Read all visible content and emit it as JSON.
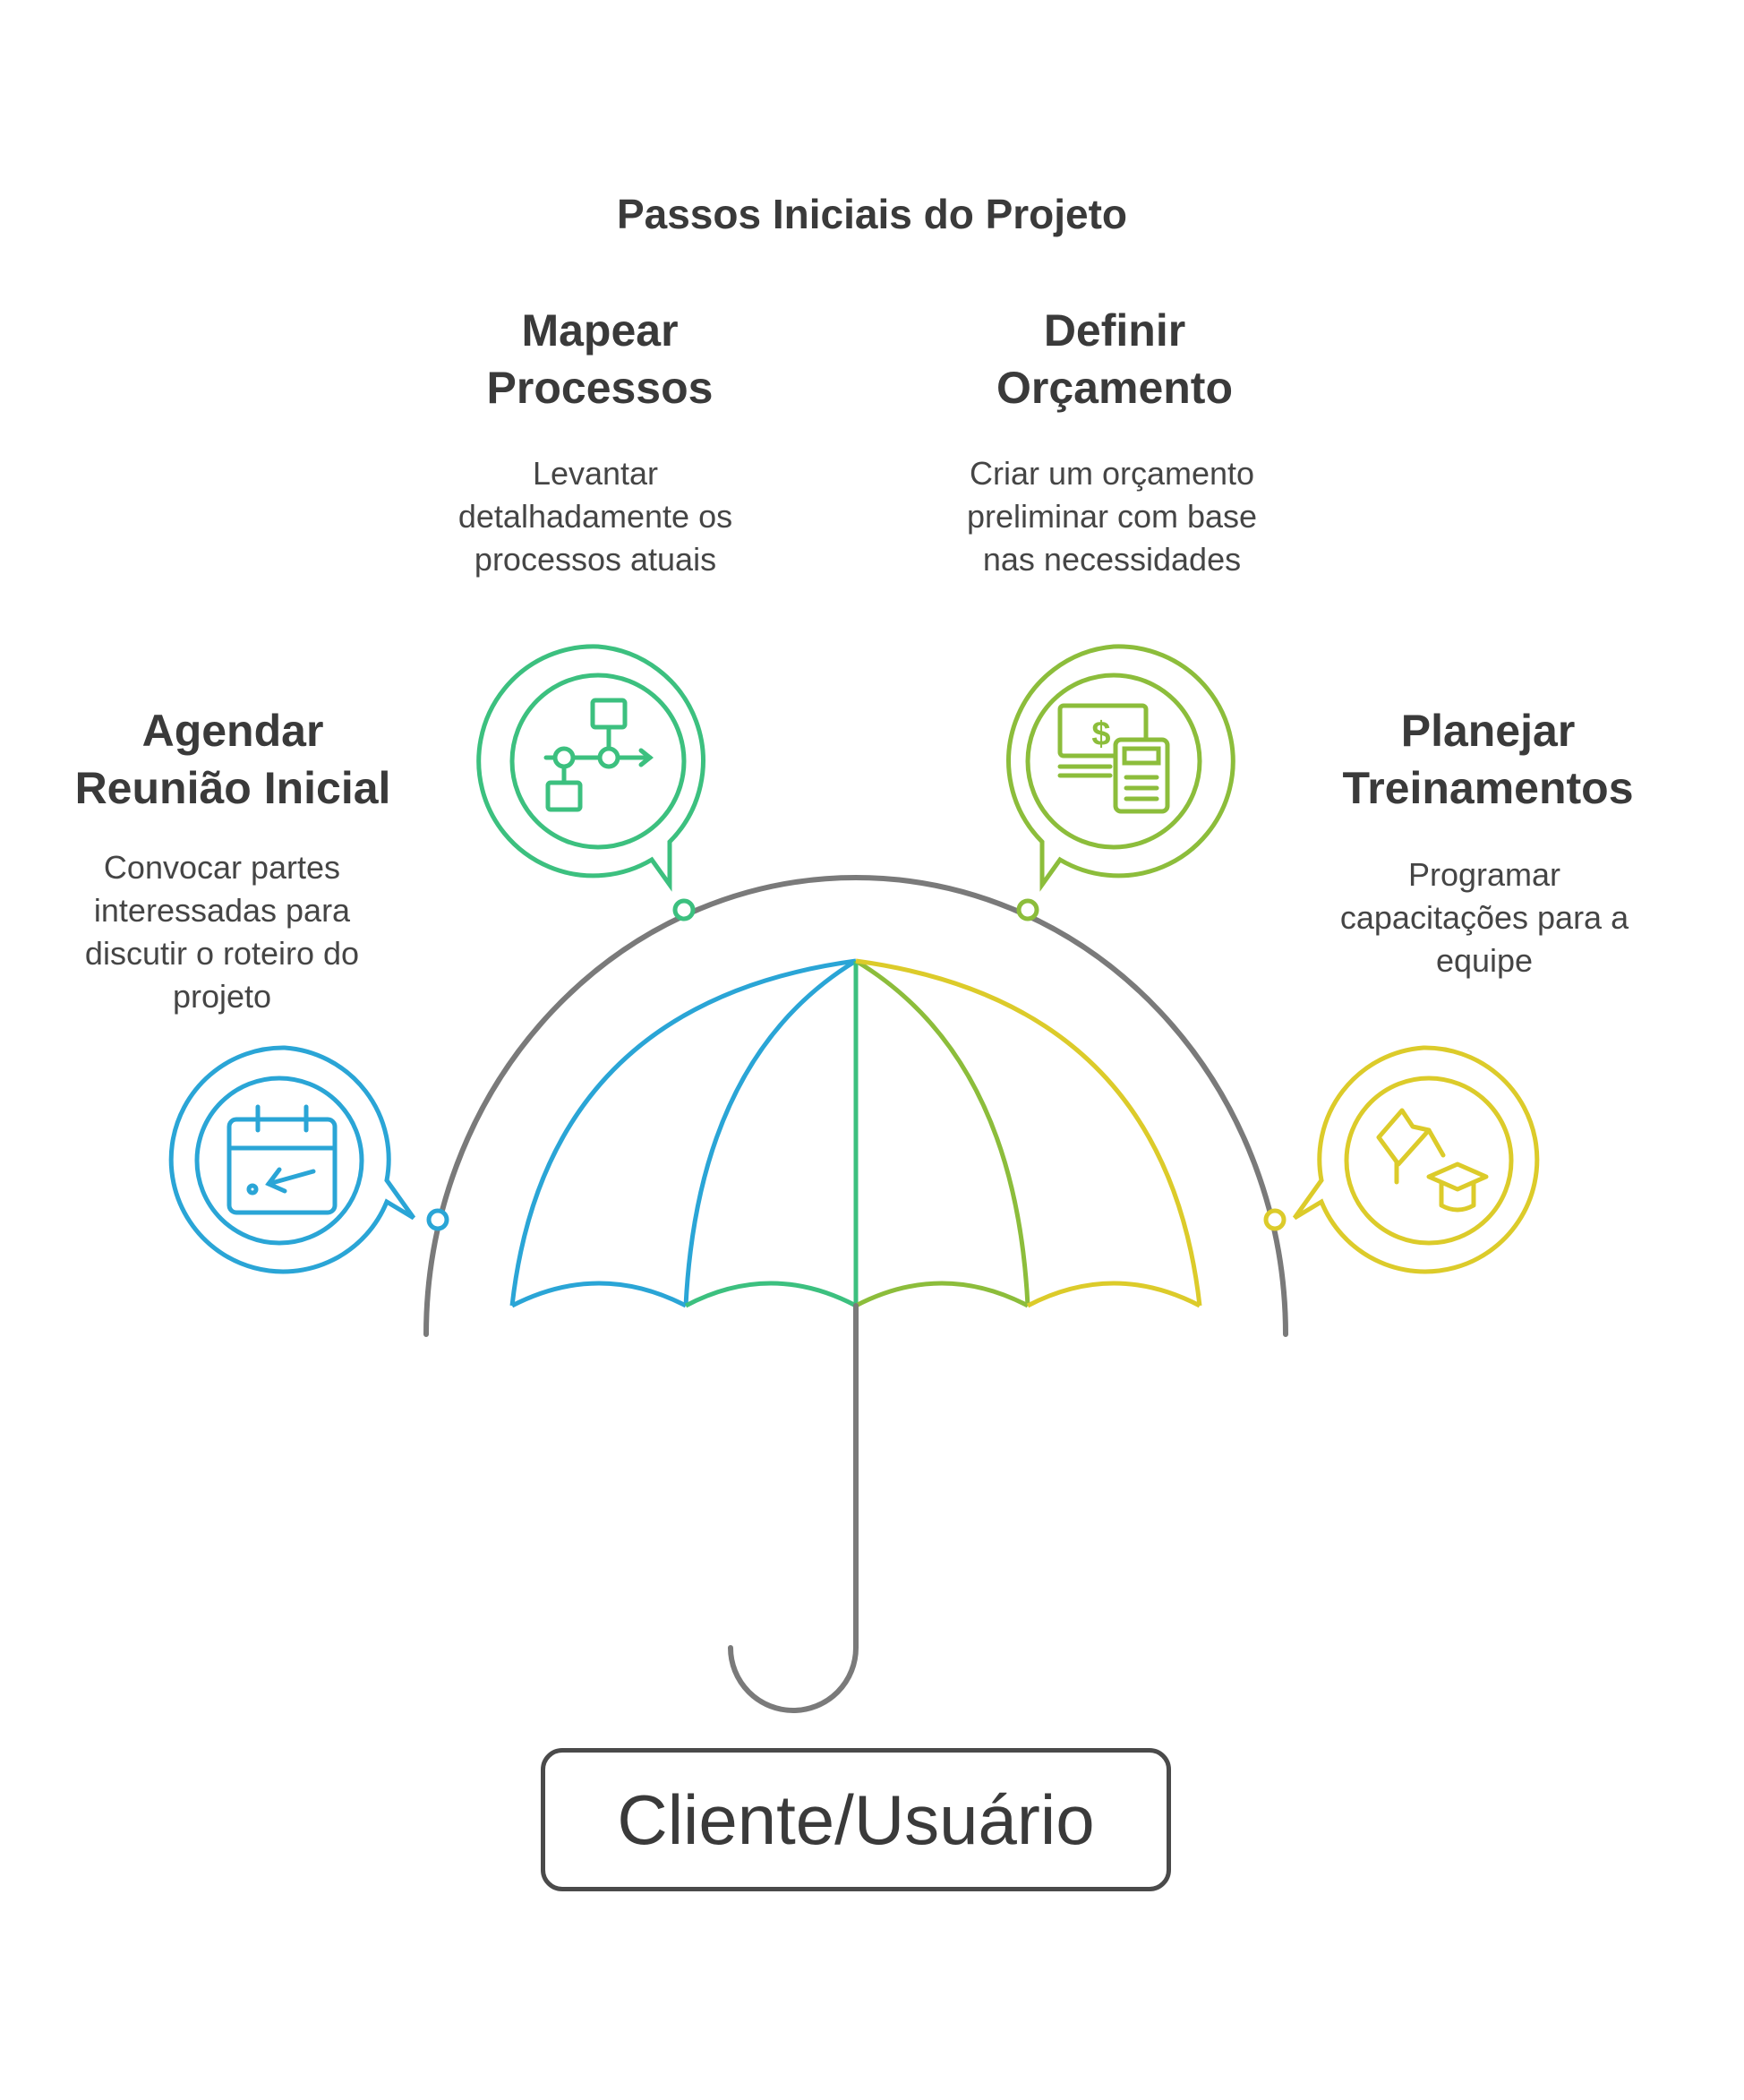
{
  "title": "Passos Iniciais do Projeto",
  "steps": [
    {
      "id": "agendar",
      "title_lines": [
        "Agendar",
        "Reunião Inicial"
      ],
      "desc_lines": [
        "Convocar partes",
        "interessadas para",
        "discutir o roteiro do",
        "projeto"
      ],
      "color": "#2aa5d6",
      "icon": "calendar-icon"
    },
    {
      "id": "mapear",
      "title_lines": [
        "Mapear",
        "Processos"
      ],
      "desc_lines": [
        "Levantar",
        "detalhadamente os",
        "processos atuais"
      ],
      "color": "#3cc07f",
      "icon": "flowchart-icon"
    },
    {
      "id": "definir",
      "title_lines": [
        "Definir",
        "Orçamento"
      ],
      "desc_lines": [
        "Criar um orçamento",
        "preliminar com base",
        "nas necessidades"
      ],
      "color": "#8cbd3b",
      "icon": "budget-calculator-icon"
    },
    {
      "id": "planejar",
      "title_lines": [
        "Planejar",
        "Treinamentos"
      ],
      "desc_lines": [
        "Programar",
        "capacitações para a",
        "equipe"
      ],
      "color": "#dccb2a",
      "icon": "training-graduation-icon"
    }
  ],
  "footer_label": "Cliente/Usuário",
  "colors": {
    "arc": "#7a7a7a",
    "text": "#3a3a3a",
    "handle": "#7a7a7a"
  }
}
